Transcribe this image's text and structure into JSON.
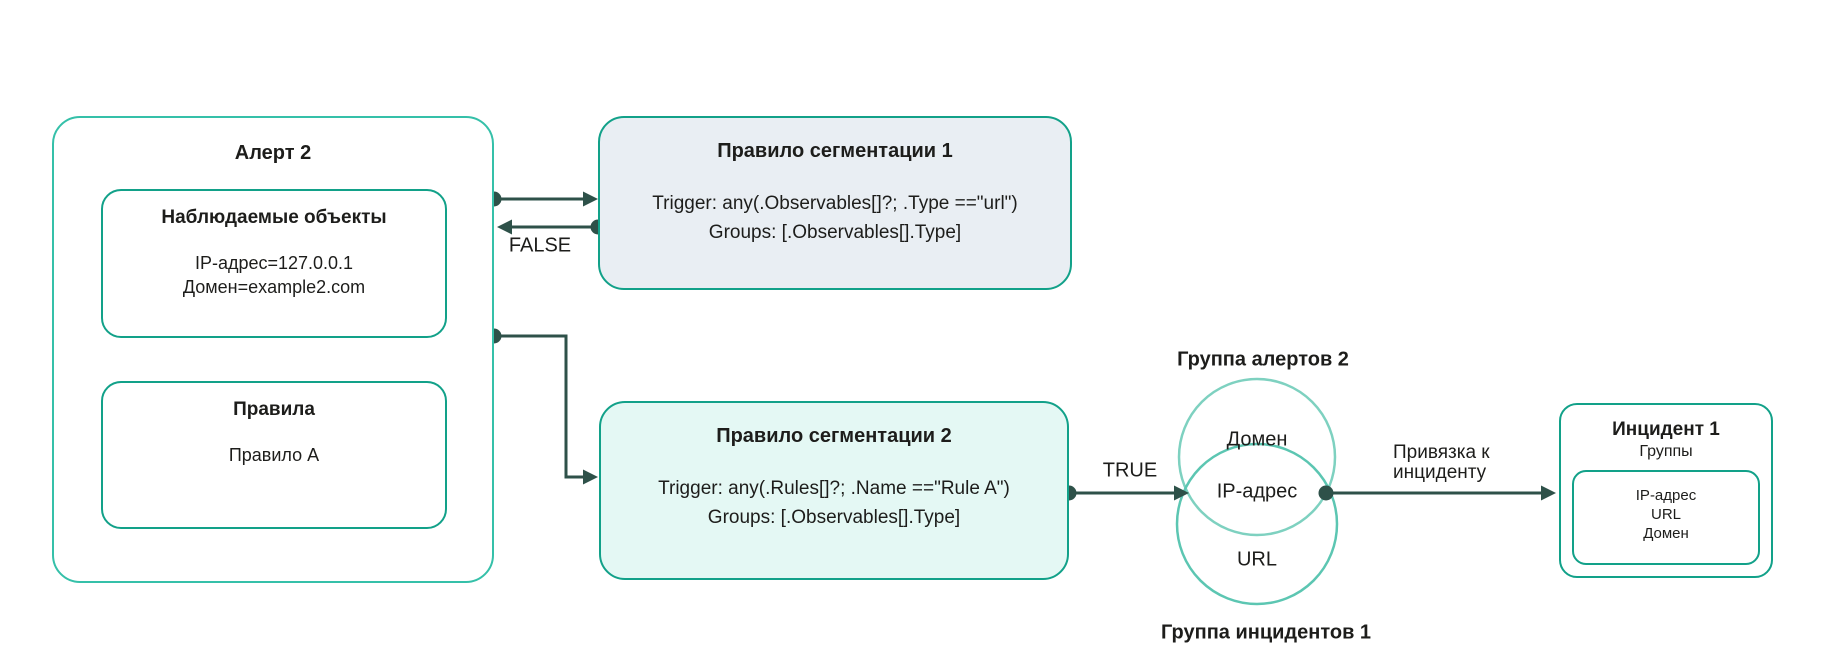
{
  "colors": {
    "outer_border_teal": "#35c0a9",
    "inner_border_teal": "#12a189",
    "rule1_fill": "#e9eef3",
    "rule2_fill": "#e4f8f4",
    "arrow_dark": "#2e5149",
    "venn_top_circle_stroke": "#7ed1c0",
    "venn_bottom_circle_stroke": "#5cc6b2",
    "text": "#1d1d1b"
  },
  "alert": {
    "title": "Алерт 2",
    "observables": {
      "title": "Наблюдаемые объекты",
      "line1": "IP-адрес=127.0.0.1",
      "line2": "Домен=example2.com"
    },
    "rules": {
      "title": "Правила",
      "line1": "Правило А"
    }
  },
  "rule1": {
    "title": "Правило сегментации 1",
    "trigger": "Trigger: any(.Observables[]?; .Type ==\"url\")",
    "groups": "Groups: [.Observables[].Type]"
  },
  "rule2": {
    "title": "Правило сегментации 2",
    "trigger": "Trigger: any(.Rules[]?; .Name ==\"Rule A\")",
    "groups": "Groups: [.Observables[].Type]"
  },
  "edges": {
    "false_label": "FALSE",
    "true_label": "TRUE",
    "link_label_line1": "Привязка к",
    "link_label_line2": "инциденту"
  },
  "venn": {
    "alert_group_label": "Группа алертов 2",
    "incident_group_label": "Группа инцидентов 1",
    "top_label": "Домен",
    "intersection_label": "IP-адрес",
    "bottom_label": "URL"
  },
  "incident": {
    "title": "Инцидент 1",
    "subtitle": "Группы",
    "groups": {
      "line1": "IP-адрес",
      "line2": "URL",
      "line3": "Домен"
    }
  }
}
